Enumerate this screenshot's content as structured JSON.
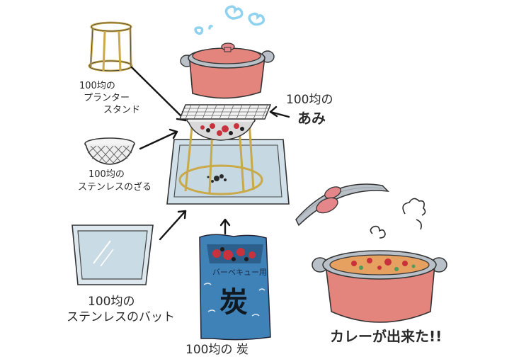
{
  "labels": {
    "planter_stand": [
      "100均の",
      "プランター",
      "スタンド"
    ],
    "stainless_colander": [
      "100均の",
      "ステンレスのざる"
    ],
    "net": [
      "100均の",
      "あみ"
    ],
    "stainless_tray": [
      "100均の",
      "ステンレスのバット"
    ],
    "charcoal": "100均の 炭",
    "curry_done": "カレーが出来た!!"
  },
  "charcoal_bag": {
    "small_text": "バーベキュー用",
    "big_text": "炭"
  },
  "colors": {
    "pot": "#e3847d",
    "pot_rim": "#b9c0c7",
    "pot_knob": "#e4868a",
    "tray": "#c9dbe4",
    "bag": "#3f82b8",
    "charcoal_red": "#c8323c",
    "stand_gold": "#c9a94a",
    "steam": "#8fd2f0"
  }
}
